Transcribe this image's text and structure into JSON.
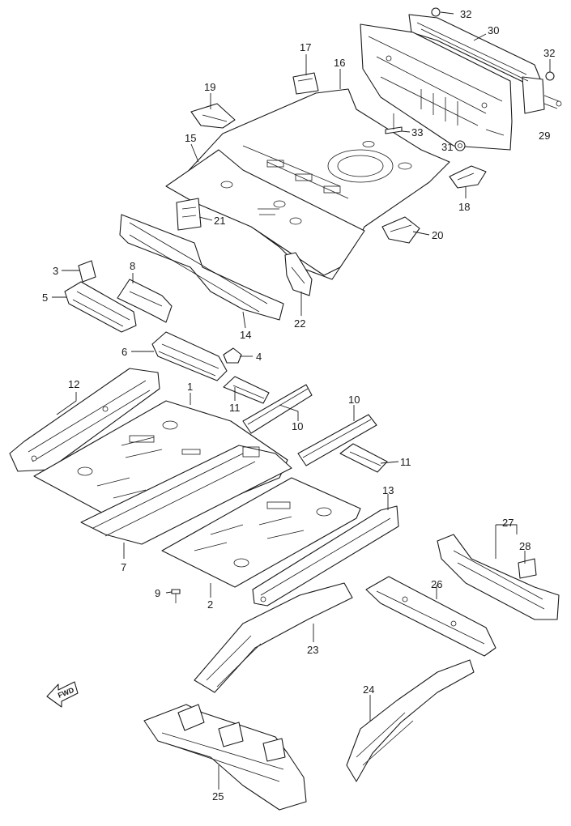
{
  "fwd_label": "FWD",
  "callouts": {
    "p1": "1",
    "p2": "2",
    "p3": "3",
    "p4": "4",
    "p5": "5",
    "p6": "6",
    "p7": "7",
    "p8": "8",
    "p9": "9",
    "p10a": "10",
    "p10b": "10",
    "p11a": "11",
    "p11b": "11",
    "p12": "12",
    "p13": "13",
    "p14": "14",
    "p15": "15",
    "p16": "16",
    "p17": "17",
    "p18": "18",
    "p19": "19",
    "p20": "20",
    "p21": "21",
    "p22": "22",
    "p23": "23",
    "p24": "24",
    "p25": "25",
    "p26": "26",
    "p27": "27",
    "p28": "28",
    "p29": "29",
    "p30": "30",
    "p31": "31",
    "p32a": "32",
    "p32b": "32",
    "p33": "33"
  }
}
